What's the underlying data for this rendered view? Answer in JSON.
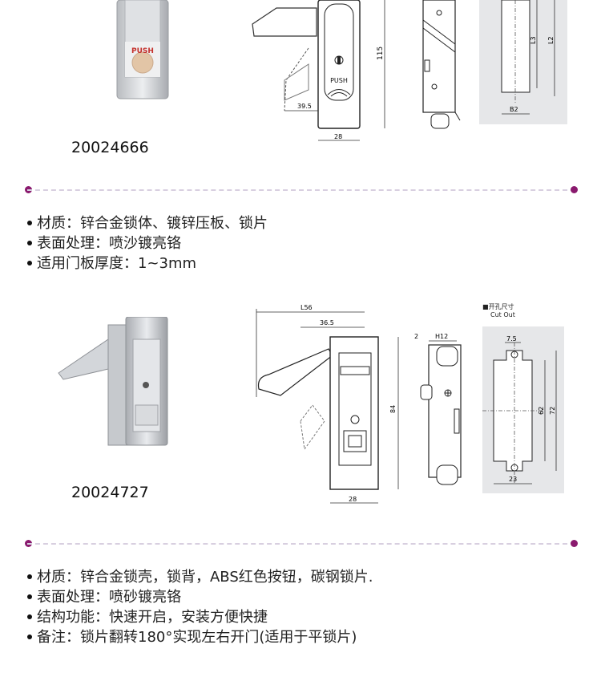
{
  "products": [
    {
      "code": "20024666",
      "button_label": "PUSH",
      "drawing_labels": {
        "lever_offset": "39.5",
        "height": "115",
        "width": "28",
        "cut_width": "B2",
        "cut_l3": "L3",
        "cut_l2": "L2",
        "push": "PUSH"
      },
      "specs": [
        "材质：锌合金锁体、镀锌压板、锁片",
        "表面处理：喷沙镀亮铬",
        "适用门板厚度：1~3mm"
      ]
    },
    {
      "code": "20024727",
      "drawing_labels": {
        "lever_len": "L56",
        "lever_offset": "36.5",
        "height": "84",
        "width": "28",
        "side_gap": "2",
        "side_h": "H12",
        "cutout_title_cn": "开孔尺寸",
        "cutout_title_en": "Cut Out",
        "cut_top": "7.5",
        "cut_62": "62",
        "cut_72": "72",
        "cut_23": "23"
      },
      "specs": [
        "材质：锌合金锁壳，锁背，ABS红色按钮，碳钢锁片.",
        "表面处理：喷砂镀亮铬",
        "结构功能：快速开启，安装方便快捷",
        "备注：锁片翻转180°实现左右开门(适用于平锁片)"
      ]
    }
  ]
}
